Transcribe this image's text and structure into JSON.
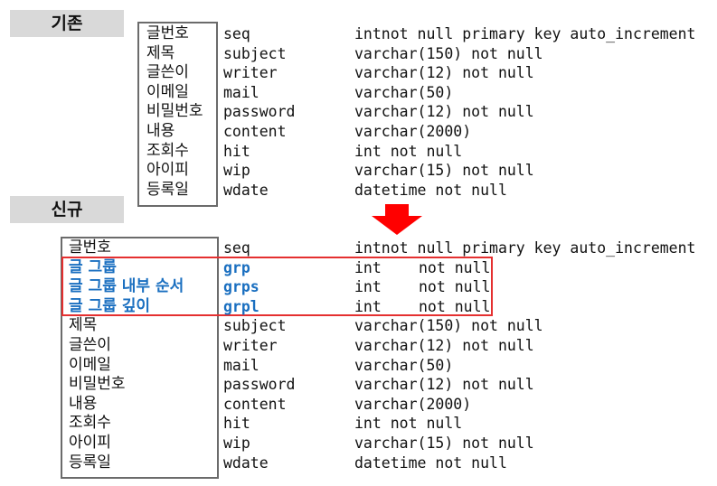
{
  "sections": {
    "old_label": "기존",
    "new_label": "신규"
  },
  "old_rows": [
    {
      "kr": "글번호",
      "col": "seq",
      "type": "intnot null primary key auto_increment"
    },
    {
      "kr": "제목",
      "col": "subject",
      "type": "varchar(150) not null"
    },
    {
      "kr": "글쓴이",
      "col": "writer",
      "type": "varchar(12) not null"
    },
    {
      "kr": "이메일",
      "col": "mail",
      "type": "varchar(50)"
    },
    {
      "kr": "비밀번호",
      "col": "password",
      "type": "varchar(12) not null"
    },
    {
      "kr": "내용",
      "col": "content",
      "type": "varchar(2000)"
    },
    {
      "kr": "조회수",
      "col": "hit",
      "type": "int not null"
    },
    {
      "kr": "아이피",
      "col": "wip",
      "type": "varchar(15) not null"
    },
    {
      "kr": "등록일",
      "col": "wdate",
      "type": "datetime not null"
    }
  ],
  "new_first_row": {
    "kr": "글번호",
    "col": "seq",
    "type": "intnot null primary key auto_increment"
  },
  "new_added_rows": [
    {
      "kr": "글 그룹",
      "col": "grp",
      "type1": "int",
      "type2": "not null"
    },
    {
      "kr": "글 그룹 내부 순서",
      "col": "grps",
      "type1": "int",
      "type2": "not null"
    },
    {
      "kr": "글 그룹 깊이",
      "col": "grpl",
      "type1": "int",
      "type2": "not null"
    }
  ],
  "new_rest_rows": [
    {
      "kr": "제목",
      "col": "subject",
      "type": "varchar(150) not null"
    },
    {
      "kr": "글쓴이",
      "col": "writer",
      "type": "varchar(12) not null"
    },
    {
      "kr": "이메일",
      "col": "mail",
      "type": "varchar(50)"
    },
    {
      "kr": "비밀번호",
      "col": "password",
      "type": "varchar(12) not null"
    },
    {
      "kr": "내용",
      "col": "content",
      "type": "varchar(2000)"
    },
    {
      "kr": "조회수",
      "col": "hit",
      "type": "int not null"
    },
    {
      "kr": "아이피",
      "col": "wip",
      "type": "varchar(15) not null"
    },
    {
      "kr": "등록일",
      "col": "wdate",
      "type": "datetime not null"
    }
  ],
  "colors": {
    "highlight_border": "#e53030",
    "added_text": "#1a6fc0",
    "arrow": "#ff0000",
    "label_bg": "#d9d9d9"
  },
  "icons": {
    "transition": "down-arrow-icon"
  }
}
